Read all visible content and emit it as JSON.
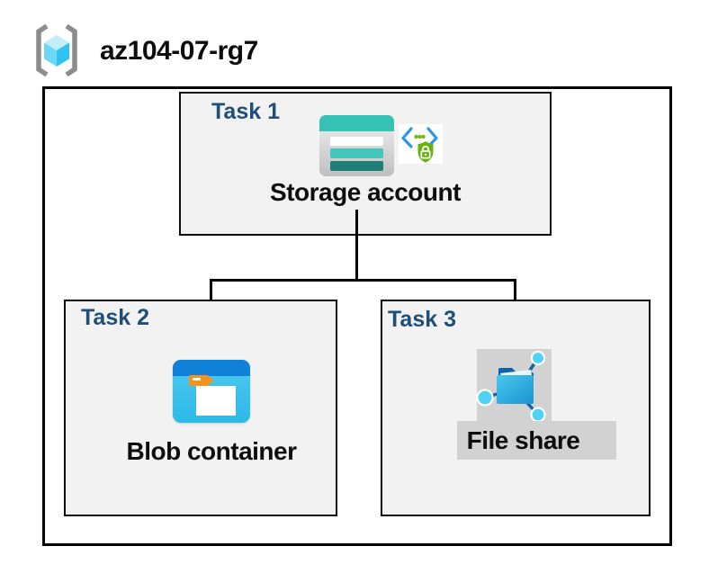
{
  "resource_group": {
    "name": "az104-07-rg7",
    "icon": "resource-group-icon"
  },
  "tasks": [
    {
      "label": "Task 1",
      "resource": "Storage account",
      "icons": [
        "storage-account-icon",
        "shared-access-signature-icon"
      ]
    },
    {
      "label": "Task 2",
      "resource": "Blob container",
      "icons": [
        "blob-container-icon"
      ]
    },
    {
      "label": "Task 3",
      "resource": "File share",
      "icons": [
        "file-share-icon"
      ]
    }
  ],
  "connections": [
    {
      "from": "Storage account",
      "to": "Blob container"
    },
    {
      "from": "Storage account",
      "to": "File share"
    }
  ],
  "colors": {
    "task_label": "#1f4e79",
    "task_box_fill": "#f2f2f2",
    "border": "#000000",
    "storage_teal": "#35c2b4",
    "storage_teal_mid": "#43c7ba",
    "storage_teal_dark": "#1f7e76",
    "blob_header_blue": "#1181d8",
    "blob_body_cyan": "#3fc4ee",
    "blob_tab_orange": "#f5921e",
    "fileshare_navy": "#0f63ae",
    "fileshare_cyan": "#2fb1e2",
    "node_cyan": "#4ed2f5",
    "label_backing_gray": "#d2d2d2",
    "sas_bracket_blue": "#2b97e6",
    "sas_green": "#76b80e",
    "rg_bracket_gray": "#8c8c8c",
    "rg_cube_cyan": "#53d0f4"
  }
}
